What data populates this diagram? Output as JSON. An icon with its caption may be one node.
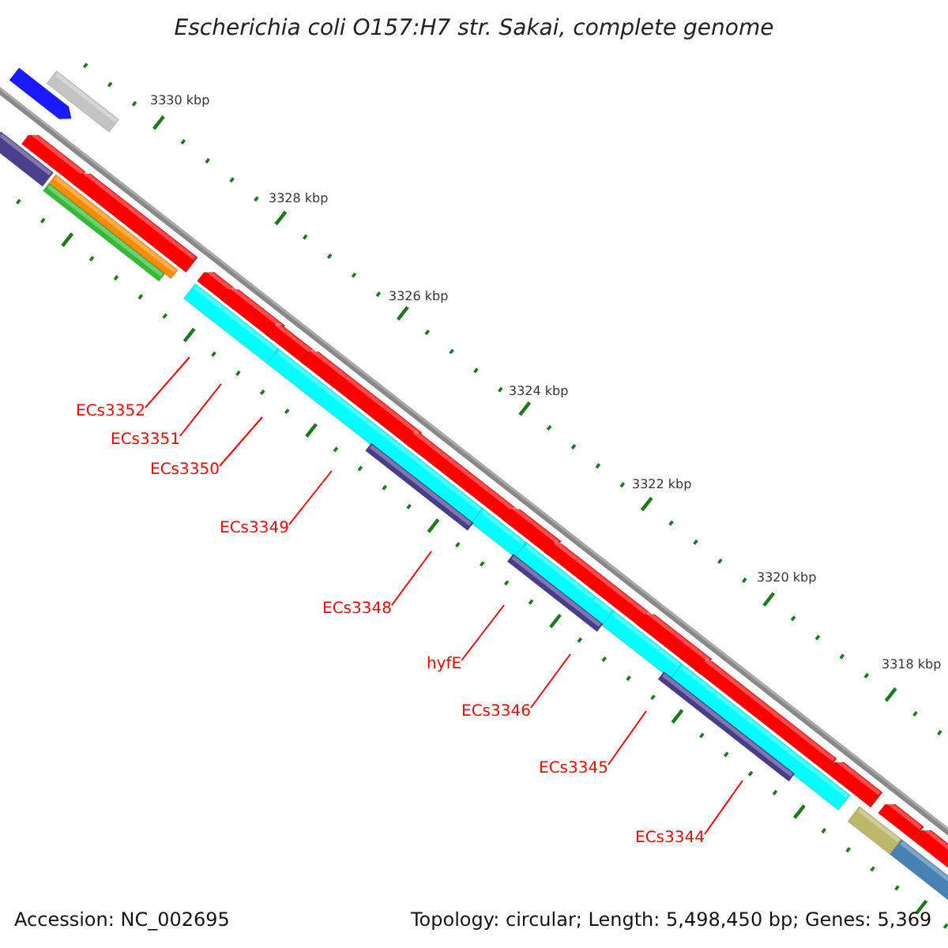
{
  "diagram": {
    "title": "Escherichia coli O157:H7 str. Sakai, complete genome",
    "nodes": [
      {
        "text": [
          "ECs3352"
        ]
      },
      {
        "text": [
          "ECs3351"
        ]
      },
      {
        "text": [
          "ECs3350"
        ]
      },
      {
        "text": [
          "ECs3349"
        ]
      },
      {
        "text": [
          "ECs3348"
        ]
      },
      {
        "text": [
          "hyfE"
        ]
      },
      {
        "text": [
          "ECs3346"
        ]
      },
      {
        "text": [
          "ECs3345"
        ]
      },
      {
        "text": [
          "ECs3344"
        ]
      }
    ],
    "edges": [
      {
        "from": 0,
        "to": null,
        "arrow": "none",
        "color": "#ff0000"
      },
      {
        "from": 1,
        "to": null,
        "arrow": "none",
        "color": "#ff0000"
      },
      {
        "from": 2,
        "to": null,
        "arrow": "none",
        "color": "#ff0000"
      },
      {
        "from": 3,
        "to": null,
        "arrow": "none",
        "color": "#ff0000"
      },
      {
        "from": 4,
        "to": null,
        "arrow": "none",
        "color": "#ff0000"
      },
      {
        "from": 5,
        "to": null,
        "arrow": "none",
        "color": "#ff0000"
      },
      {
        "from": 6,
        "to": null,
        "arrow": "none",
        "color": "#ff0000"
      },
      {
        "from": 7,
        "to": null,
        "arrow": "none",
        "color": "#ff0000"
      },
      {
        "from": 8,
        "to": null,
        "arrow": "none",
        "color": "#ff0000"
      }
    ],
    "labels": [
      "3330 kbp",
      "3328 kbp",
      "3326 kbp",
      "3324 kbp",
      "3322 kbp",
      "3320 kbp",
      "3318 kbp",
      "Accession: NC_002695",
      "Topology: circular; Length: 5,498,450 bp; Genes: 5,369"
    ]
  }
}
